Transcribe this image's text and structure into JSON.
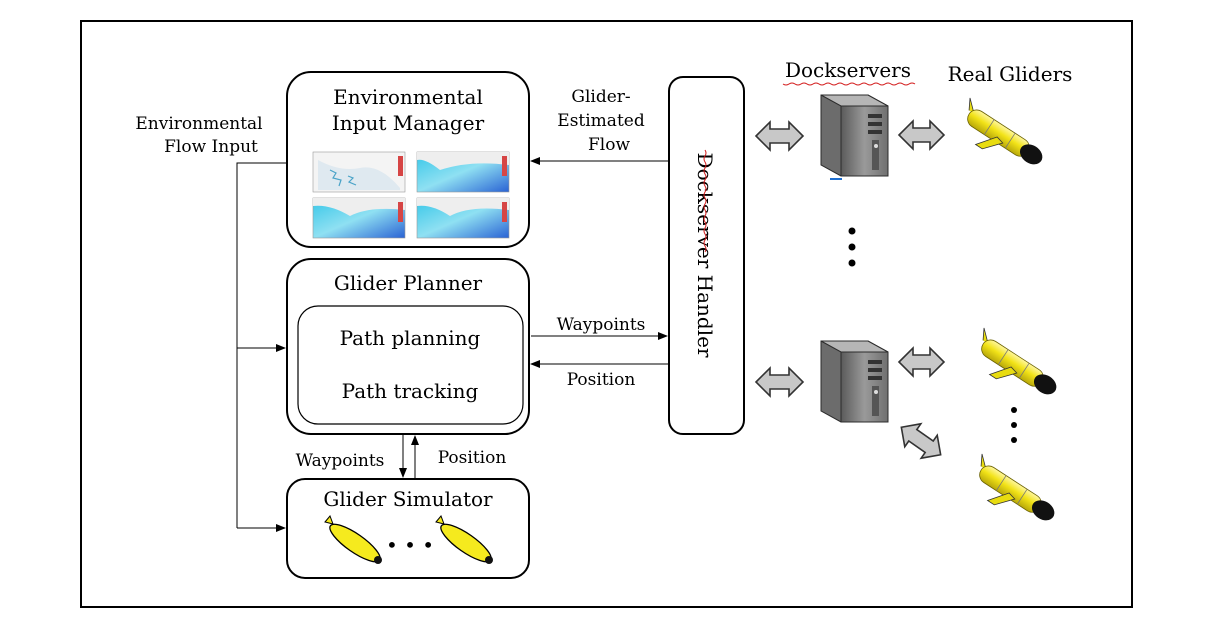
{
  "env_manager": {
    "title_line1": "Environmental",
    "title_line2": "Input Manager"
  },
  "env_flow_input": {
    "line1": "Environmental",
    "line2": "Flow Input"
  },
  "glider_planner": {
    "title": "Glider Planner",
    "path_planning": "Path planning",
    "path_tracking": "Path tracking"
  },
  "glider_simulator": {
    "title": "Glider Simulator",
    "ellipsis": "• • •"
  },
  "labels": {
    "glider_estimated_flow_line1": "Glider-",
    "glider_estimated_flow_line2": "Estimated",
    "glider_estimated_flow_line3": "Flow",
    "waypoints_right": "Waypoints",
    "position_right": "Position",
    "waypoints_down": "Waypoints",
    "position_up": "Position"
  },
  "dockserver_handler": {
    "title": "Dockserver Handler"
  },
  "dockservers": {
    "title": "Dockservers"
  },
  "real_gliders": {
    "title": "Real Gliders"
  },
  "colors": {
    "glider_body": "#f2e318",
    "glider_nose": "#111111",
    "double_arrow_fill": "#c8c8c8",
    "server_body": "#8a8a8a"
  }
}
